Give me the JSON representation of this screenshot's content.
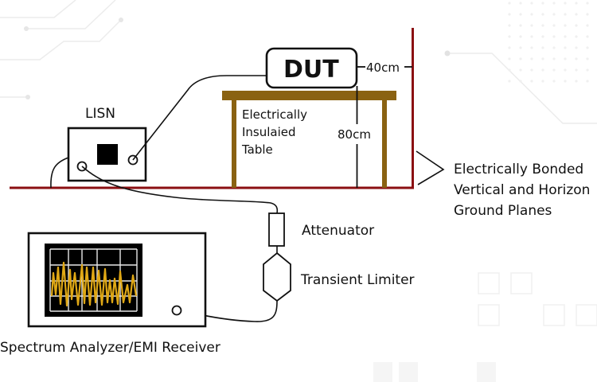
{
  "diagram": {
    "title": "EMC Conducted Emission Test Setup",
    "colors": {
      "ground_plane": "#8b0f12",
      "table": "#8a6212",
      "wire": "#111111",
      "waveform": "#e0a815",
      "screen": "#000000",
      "background_decor": "#e6e6e6"
    },
    "nodes": {
      "dut": {
        "label": "DUT"
      },
      "lisn": {
        "label": "LISN"
      },
      "table": {
        "label_lines": [
          "Electrically",
          "Insulaied",
          "Table"
        ]
      },
      "ground_planes": {
        "label_lines": [
          "Electrically Bonded",
          "Vertical and Horizon",
          "Ground Planes"
        ]
      },
      "attenuator": {
        "label": "Attenuator"
      },
      "transient_limiter": {
        "label": "Transient Limiter"
      },
      "analyzer": {
        "label": "Spectrum Analyzer/EMI Receiver"
      }
    },
    "dimensions": {
      "dut_to_vertical_plane": "40cm",
      "table_height": "80cm"
    },
    "connections": [
      {
        "from": "LISN",
        "to": "DUT"
      },
      {
        "from": "LISN",
        "to": "Attenuator"
      },
      {
        "from": "Attenuator",
        "to": "Transient Limiter"
      },
      {
        "from": "Transient Limiter",
        "to": "Spectrum Analyzer/EMI Receiver"
      },
      {
        "from": "LISN",
        "to": "Horizontal Ground Plane"
      }
    ]
  }
}
